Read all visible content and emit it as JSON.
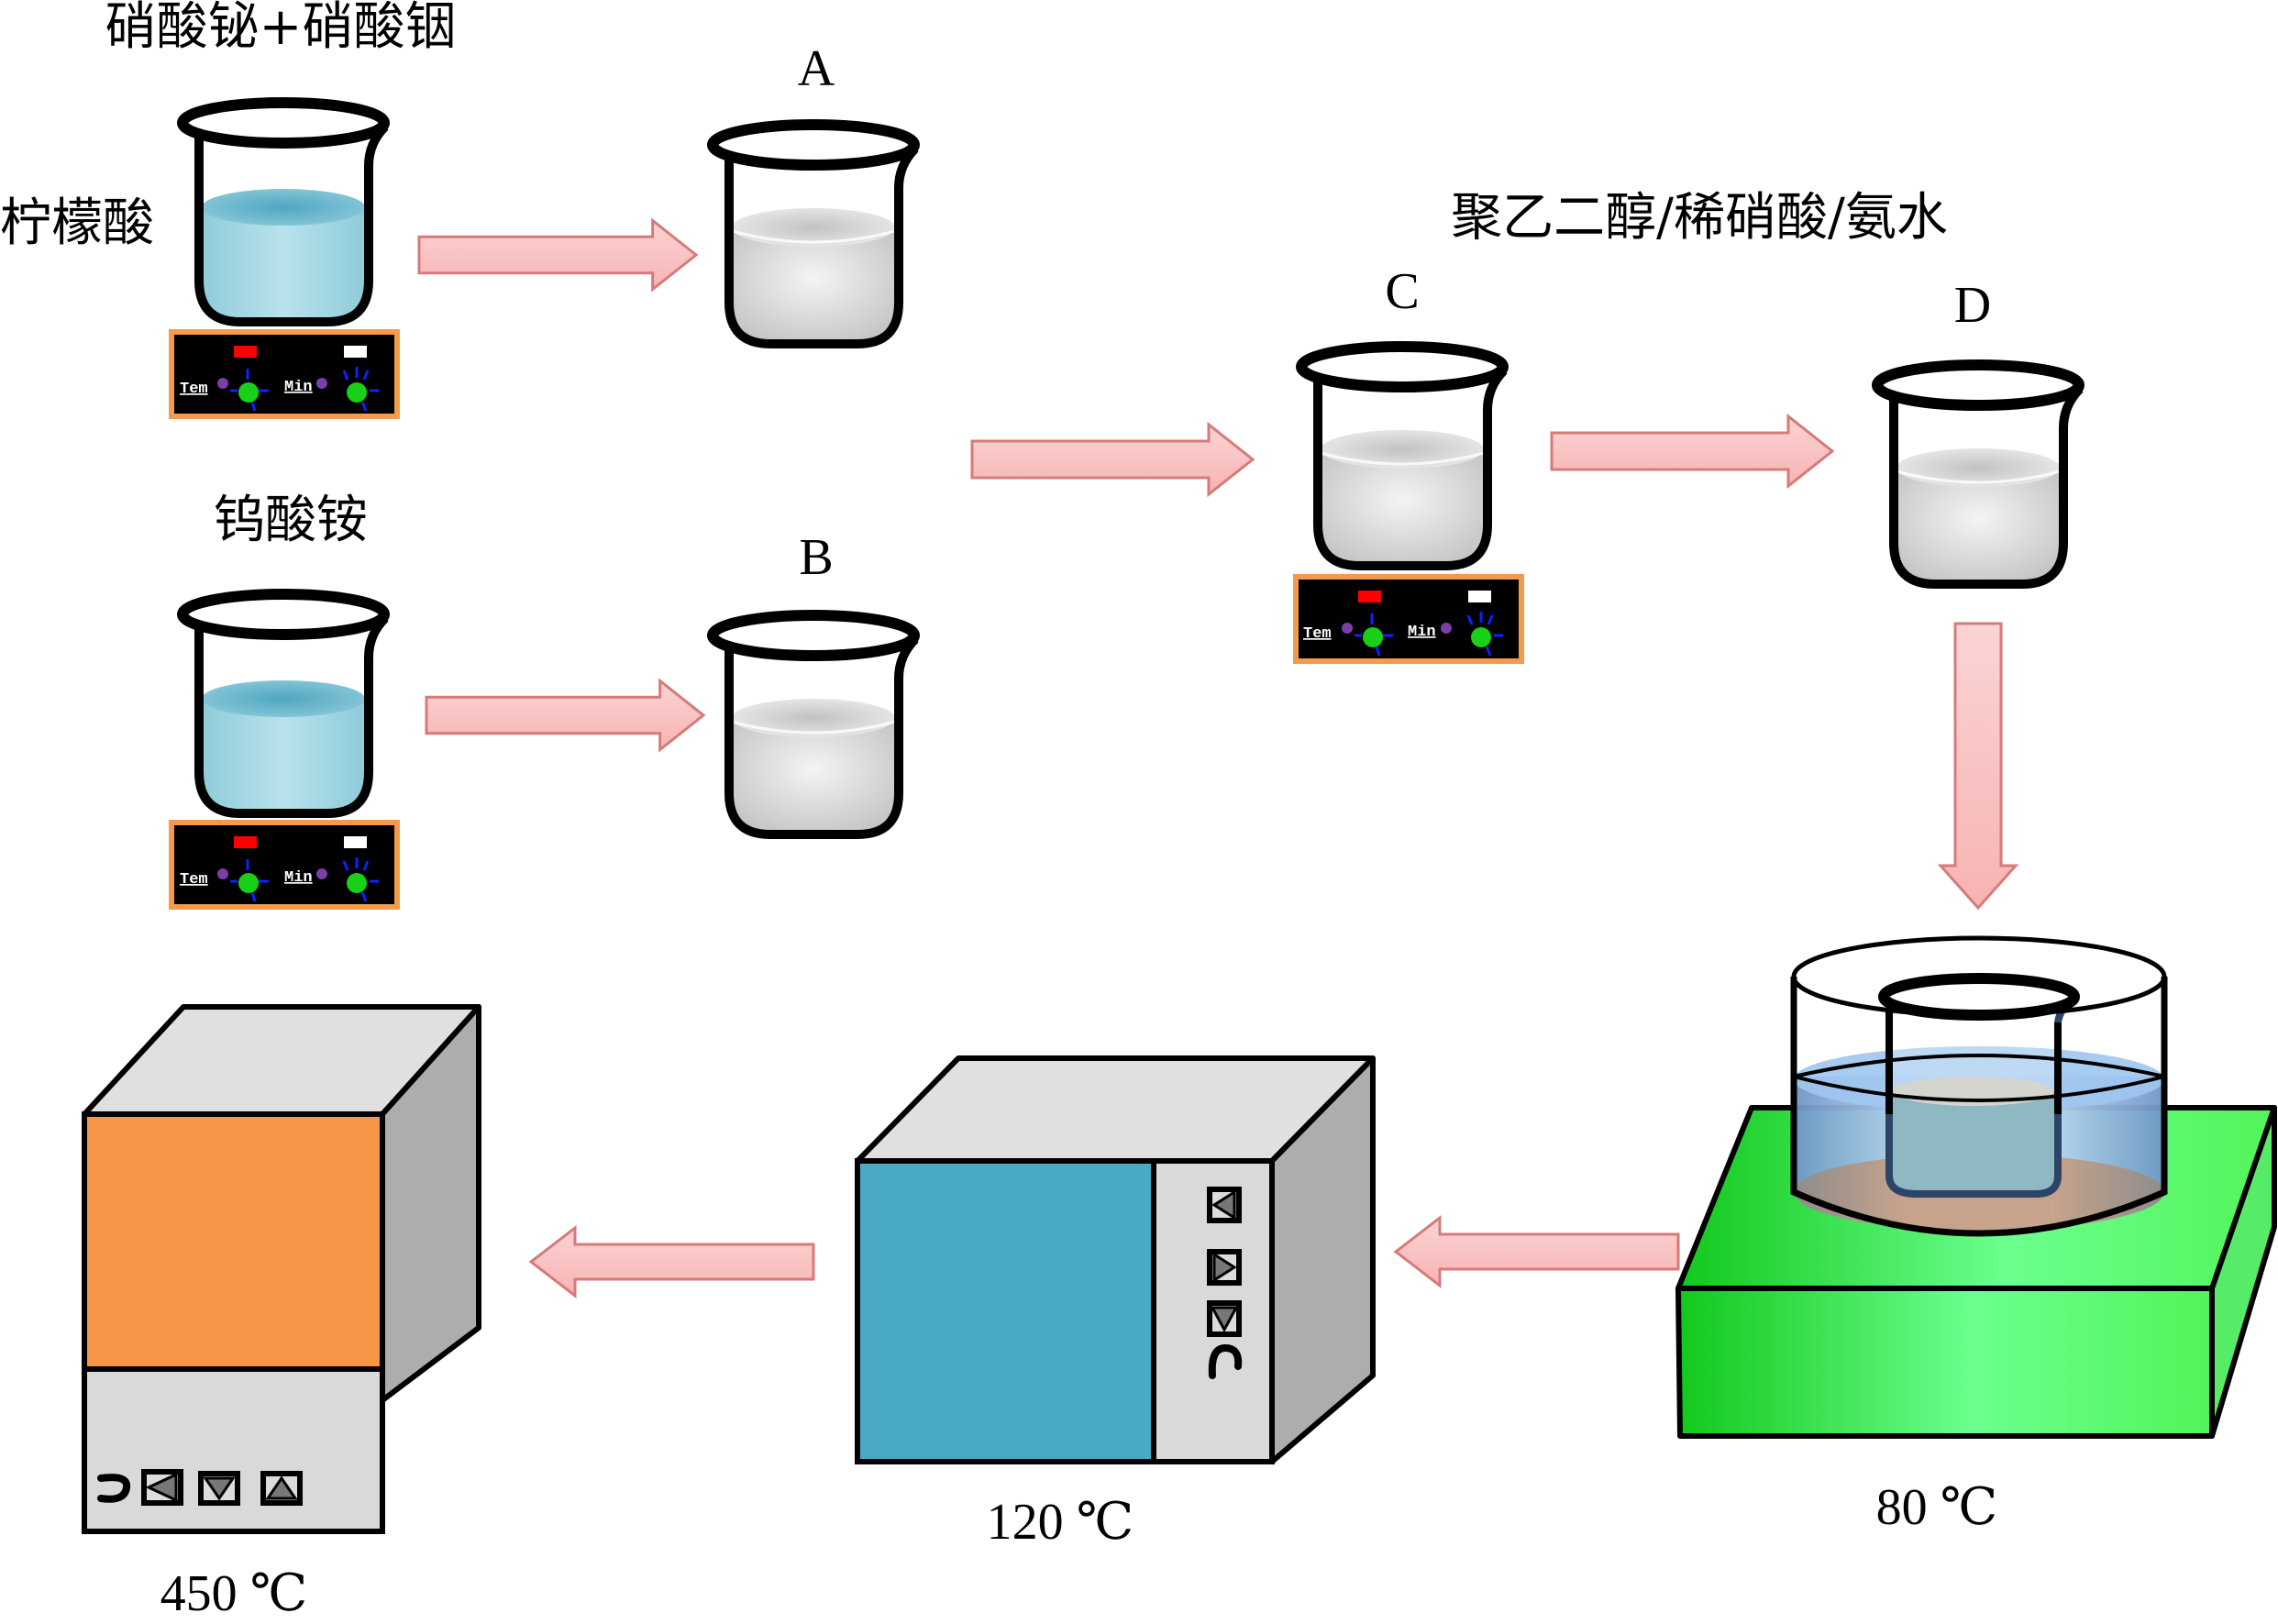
{
  "labels": {
    "reagent_1": "硝酸铋+硝酸铟",
    "reagent_citric": "柠檬酸",
    "reagent_2": "钨酸铵",
    "additives": "聚乙二醇/稀硝酸/氨水",
    "solution_a": "A",
    "solution_b": "B",
    "solution_c": "C",
    "solution_d": "D",
    "water_bath_temp": "80 ℃",
    "oven_temp": "120 ℃",
    "furnace_temp": "450 ℃"
  },
  "hotplate": {
    "temp_label": "Tem",
    "stir_label": "Min"
  },
  "colors": {
    "arrow_fill": "#fcc4c4",
    "arrow_stroke": "#d67a7a",
    "blue_solution": "#a8dbe6",
    "white_solution": "#d8d8d8",
    "hotplate_frame": "#f39a4c",
    "water_bath_base": "#4ef272",
    "oven_window": "#4aaac4",
    "furnace_window": "#f79646",
    "device_body": "#dcdcdc",
    "device_side": "#adadad"
  },
  "steps": [
    {
      "from": "reagent_1 + citric acid",
      "to": "A"
    },
    {
      "from": "ammonium tungstate",
      "to": "B"
    },
    {
      "from": "A + B",
      "to": "C"
    },
    {
      "from": "C",
      "to": "D"
    },
    {
      "from": "D",
      "to": "water bath 80 ℃"
    },
    {
      "from": "water bath",
      "to": "oven 120 ℃"
    },
    {
      "from": "oven",
      "to": "furnace 450 ℃"
    }
  ]
}
